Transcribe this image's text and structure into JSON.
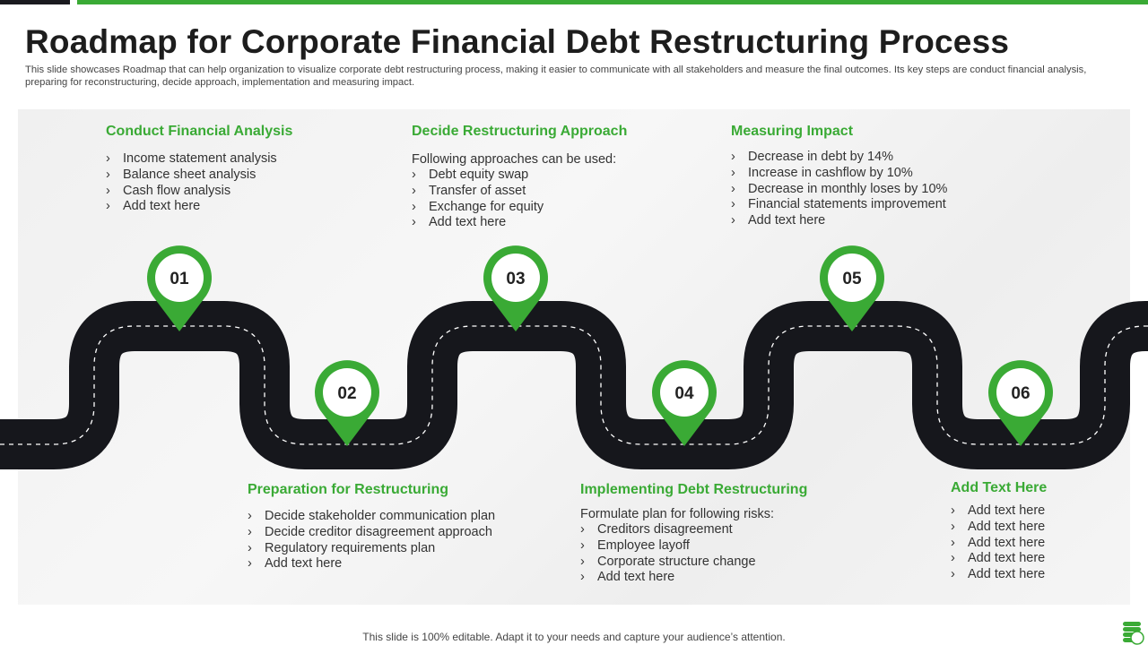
{
  "title": "Roadmap for Corporate Financial Debt Restructuring Process",
  "subtitle": "This slide showcases Roadmap that can help organization to visualize corporate debt restructuring process, making it easier to communicate with all stakeholders and measure the final outcomes. Its key steps are conduct financial analysis, preparing for reconstructuring, decide approach, implementation and measuring impact.",
  "colors": {
    "accent": "#3aaa35",
    "road": "#16171c"
  },
  "steps": [
    {
      "num": "01",
      "title": "Conduct Financial Analysis",
      "intro": "",
      "items": [
        "Income statement analysis",
        "Balance sheet analysis",
        "Cash flow analysis",
        "Add text here"
      ]
    },
    {
      "num": "02",
      "title": "Preparation for Restructuring",
      "intro": "",
      "items": [
        "Decide stakeholder communication plan",
        "Decide creditor disagreement approach",
        "Regulatory requirements plan",
        "Add text here"
      ]
    },
    {
      "num": "03",
      "title": "Decide Restructuring  Approach",
      "intro": "Following approaches can be used:",
      "items": [
        "Debt equity swap",
        "Transfer of asset",
        "Exchange for equity",
        "Add text here"
      ]
    },
    {
      "num": "04",
      "title": "Implementing Debt Restructuring",
      "intro": "Formulate plan for following risks:",
      "items": [
        "Creditors disagreement",
        "Employee layoff",
        "Corporate structure change",
        "Add text here"
      ]
    },
    {
      "num": "05",
      "title": "Measuring Impact",
      "intro": "",
      "items": [
        "Decrease in debt by 14%",
        "Increase in cashflow by 10%",
        "Decrease in monthly loses by 10%",
        "Financial statements improvement",
        "Add text here"
      ]
    },
    {
      "num": "06",
      "title": "Add Text Here",
      "intro": "",
      "items": [
        "Add text here",
        "Add text here",
        "Add text here",
        "Add text here",
        "Add text here"
      ]
    }
  ],
  "footer": "This slide is 100% editable. Adapt it to your needs and capture your audience’s attention."
}
